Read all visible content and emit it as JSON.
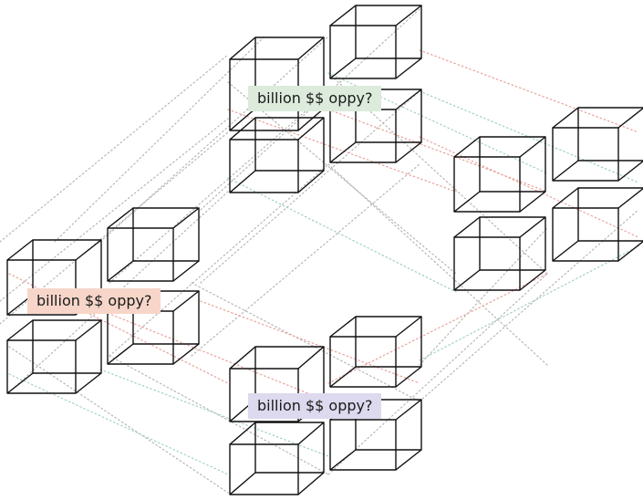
{
  "labels": {
    "top": {
      "text": "billion $$ oppy?",
      "color": "#dcebdc"
    },
    "left": {
      "text": "billion $$ oppy?",
      "color": "#f7d6c9"
    },
    "bottom": {
      "text": "billion $$ oppy?",
      "color": "#ddd9ee"
    }
  },
  "colors": {
    "cube_stroke": "#111111",
    "connector_gray": "#b5b5b5",
    "connector_red": "#e8a09a",
    "connector_green": "#9fd1b8"
  }
}
